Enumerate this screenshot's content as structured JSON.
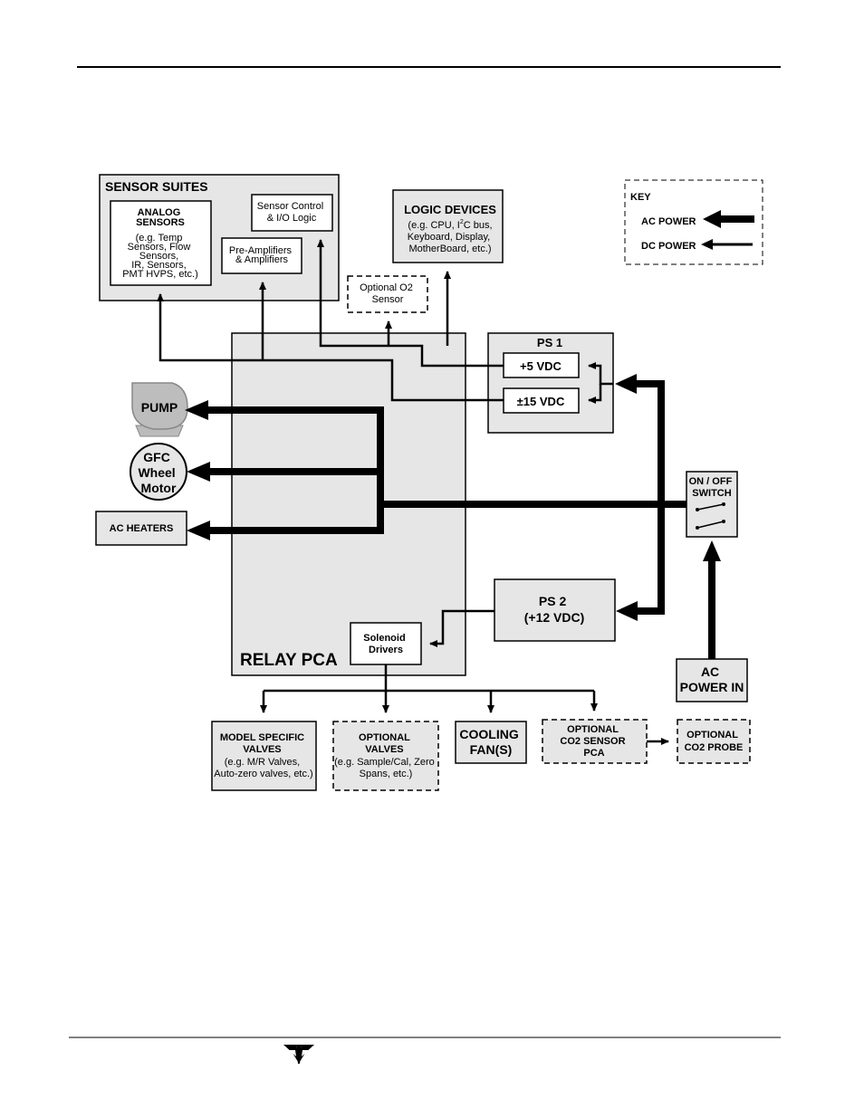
{
  "sensor_suites": {
    "title": "SENSOR SUITES",
    "analog_title_1": "ANALOG",
    "analog_title_2": "SENSORS",
    "analog_desc_1": "(e.g. Temp",
    "analog_desc_2": "Sensors, Flow",
    "analog_desc_3": "Sensors,",
    "analog_desc_4": "IR, Sensors,",
    "analog_desc_5": "PMT HVPS, etc.)",
    "control_1": "Sensor Control",
    "control_2": "& I/O Logic",
    "preamp_1": "Pre-Amplifiers",
    "preamp_2": "& Amplifiers"
  },
  "logic_devices": {
    "title": "LOGIC DEVICES",
    "desc_1a": "(e.g. CPU, I",
    "desc_1sup": "2",
    "desc_1b": "C bus,",
    "desc_2": "Keyboard, Display,",
    "desc_3": "MotherBoard, etc.)"
  },
  "optional_o2": {
    "line1": "Optional O2",
    "line2": "Sensor"
  },
  "key": {
    "title": "KEY",
    "ac": "AC POWER",
    "dc": "DC POWER"
  },
  "ps1": {
    "title": "PS 1",
    "v5": "+5 VDC",
    "v15": "±15 VDC"
  },
  "ps2": {
    "line1": "PS 2",
    "line2": "(+12 VDC)"
  },
  "pump": "PUMP",
  "gfc": {
    "line1": "GFC",
    "line2": "Wheel",
    "line3": "Motor"
  },
  "ac_heaters": "AC HEATERS",
  "switch": {
    "line1": "ON / OFF",
    "line2": "SWITCH"
  },
  "ac_power_in": {
    "line1": "AC",
    "line2": "POWER IN"
  },
  "relay_pca": "RELAY PCA",
  "solenoid": {
    "line1": "Solenoid",
    "line2": "Drivers"
  },
  "model_valves": {
    "line1": "MODEL SPECIFIC",
    "line2": "VALVES",
    "line3": "(e.g. M/R Valves,",
    "line4": "Auto-zero valves, etc.)"
  },
  "optional_valves": {
    "line1": "OPTIONAL",
    "line2": "VALVES",
    "line3": "(e.g. Sample/Cal, Zero",
    "line4": "Spans, etc.)"
  },
  "cooling": {
    "line1": "COOLING",
    "line2": "FAN(S)"
  },
  "co2_pca": {
    "line1": "OPTIONAL",
    "line2": "CO2 SENSOR",
    "line3": "PCA"
  },
  "co2_probe": {
    "line1": "OPTIONAL",
    "line2": "CO2 PROBE"
  }
}
